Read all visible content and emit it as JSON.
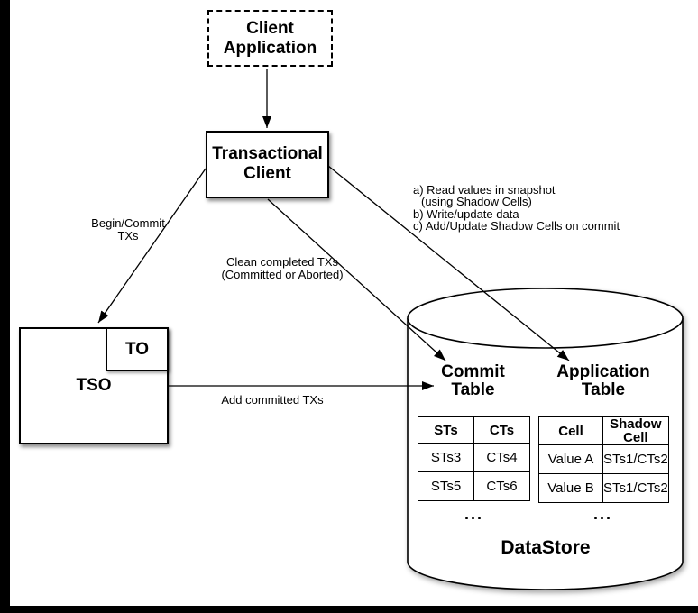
{
  "nodes": {
    "client_application": {
      "lines": [
        "Client",
        "Application"
      ]
    },
    "transactional_client": {
      "lines": [
        "Transactional",
        "Client"
      ]
    },
    "tso": {
      "label": "TSO"
    },
    "to": {
      "label": "TO"
    }
  },
  "edges": {
    "begin_commit_txs": {
      "lines": [
        "Begin/Commit",
        "TXs"
      ]
    },
    "clean_completed": {
      "lines": [
        "Clean completed TXs",
        "(Committed or Aborted)"
      ]
    },
    "add_committed": {
      "label": "Add committed TXs"
    },
    "datastore_ops": {
      "lines": [
        "a) Read values in snapshot",
        "(using Shadow Cells)",
        "b) Write/update data",
        "c) Add/Update Shadow Cells on commit"
      ]
    }
  },
  "datastore": {
    "label": "DataStore",
    "commit_table": {
      "title_lines": [
        "Commit",
        "Table"
      ],
      "headers": [
        "STs",
        "CTs"
      ],
      "rows": [
        [
          "STs3",
          "CTs4"
        ],
        [
          "STs5",
          "CTs6"
        ]
      ],
      "ellipsis": "..."
    },
    "application_table": {
      "title_lines": [
        "Application",
        "Table"
      ],
      "headers": [
        "Cell",
        "Shadow Cell"
      ],
      "rows": [
        [
          "Value A",
          "STs1/CTs2"
        ],
        [
          "Value B",
          "STs1/CTs2"
        ]
      ],
      "ellipsis": "..."
    }
  },
  "colors": {
    "line": "#000000",
    "background": "#ffffff",
    "frame_bars": "#000000"
  }
}
